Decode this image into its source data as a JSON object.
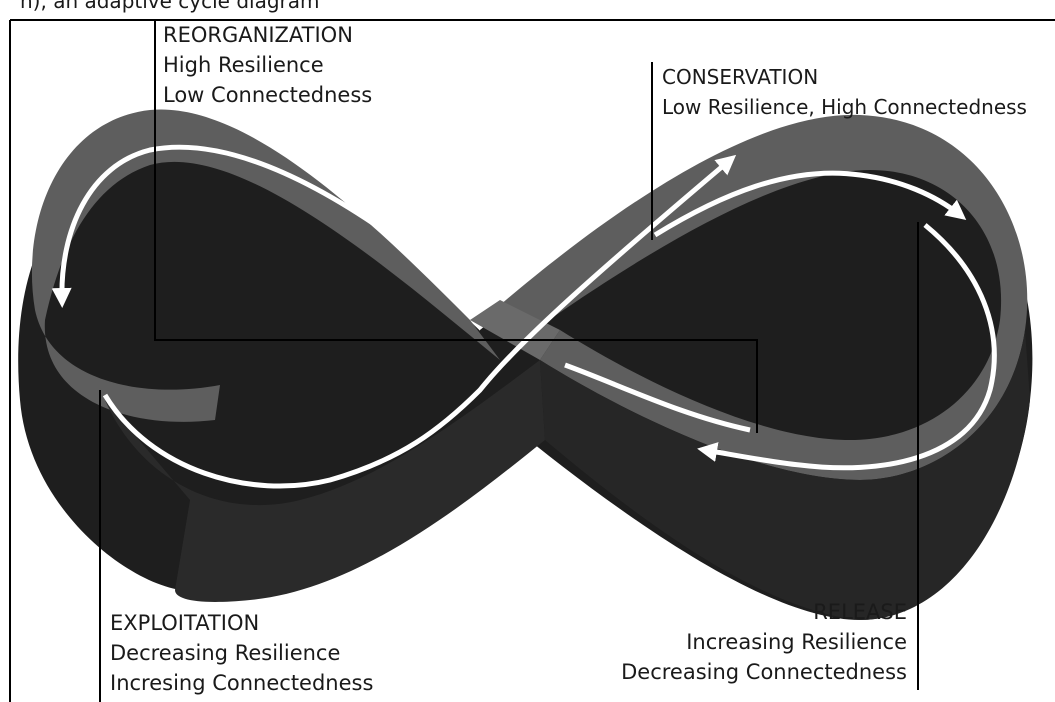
{
  "caption_fragment": "n), an adaptive cycle diagram",
  "phases": {
    "reorganization": {
      "title": "REORGANIZATION",
      "line1": "High Resilience",
      "line2": "Low Connectedness"
    },
    "conservation": {
      "title": "CONSERVATION",
      "line1": "Low Resilience, High Connectedness"
    },
    "exploitation": {
      "title": "EXPLOITATION",
      "line1": "Decreasing Resilience",
      "line2": "Incresing Connectedness"
    },
    "release": {
      "title": "RELEASE",
      "line1": "Increasing Resilience",
      "line2": "Decreasing Connectedness"
    }
  },
  "colors": {
    "band_top": "#5e5e5e",
    "band_inner": "#2a2a2a",
    "band_wall": "#1e1e1e",
    "arrow": "#ffffff",
    "frame": "#000000"
  }
}
